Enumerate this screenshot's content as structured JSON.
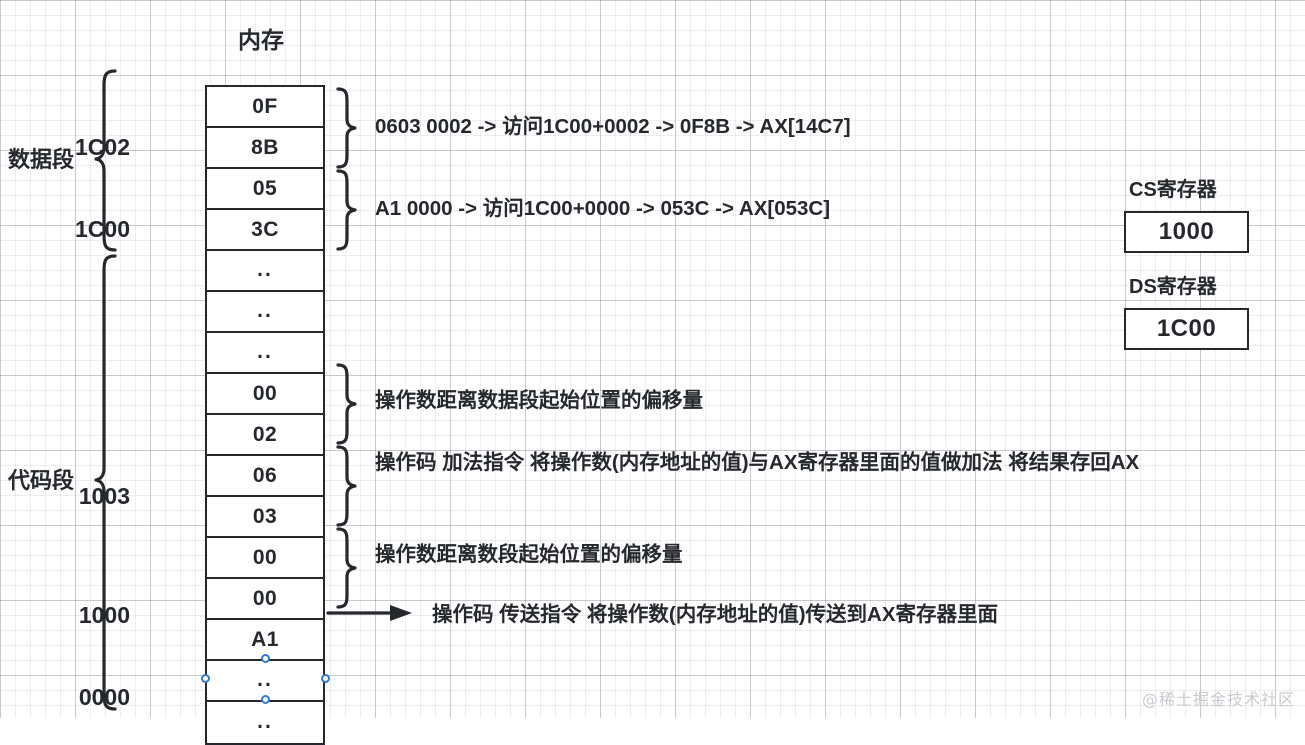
{
  "diagram": {
    "memory_title": "内存",
    "watermark": "@稀土掘金技术社区"
  },
  "segments": [
    {
      "label": "数据段"
    },
    {
      "label": "代码段"
    }
  ],
  "memory": {
    "cells": [
      {
        "value": "0F",
        "address": ""
      },
      {
        "value": "8B",
        "address": "1C02"
      },
      {
        "value": "05",
        "address": ""
      },
      {
        "value": "3C",
        "address": "1C00"
      },
      {
        "value": "..",
        "address": ""
      },
      {
        "value": "..",
        "address": ""
      },
      {
        "value": "..",
        "address": ""
      },
      {
        "value": "00",
        "address": ""
      },
      {
        "value": "02",
        "address": ""
      },
      {
        "value": "06",
        "address": ""
      },
      {
        "value": "03",
        "address": "1003"
      },
      {
        "value": "00",
        "address": ""
      },
      {
        "value": "00",
        "address": ""
      },
      {
        "value": "A1",
        "address": "1000"
      },
      {
        "value": "..",
        "address": ""
      },
      {
        "value": "..",
        "address": "0000"
      }
    ]
  },
  "addresses": {
    "a1c02": "1C02",
    "a1c00": "1C00",
    "a1003": "1003",
    "a1000": "1000",
    "a0000": "0000"
  },
  "registers": [
    {
      "title": "CS寄存器",
      "value": "1000"
    },
    {
      "title": "DS寄存器",
      "value": "1C00"
    }
  ],
  "annotations": {
    "data_seg_hi": "0603 0002 -> 访问1C00+0002 -> 0F8B -> AX[14C7]",
    "data_seg_lo": "A1 0000 -> 访问1C00+0000 -> 053C -> AX[053C]",
    "code_offset_2": "操作数距离数据段起始位置的偏移量",
    "code_add": "操作码 加法指令 将操作数(内存地址的值)与AX寄存器里面的值做加法 将结果存回AX",
    "code_offset_1": "操作数距离数段起始位置的偏移量",
    "code_mov": "操作码 传送指令 将操作数(内存地址的值)传送到AX寄存器里面"
  }
}
